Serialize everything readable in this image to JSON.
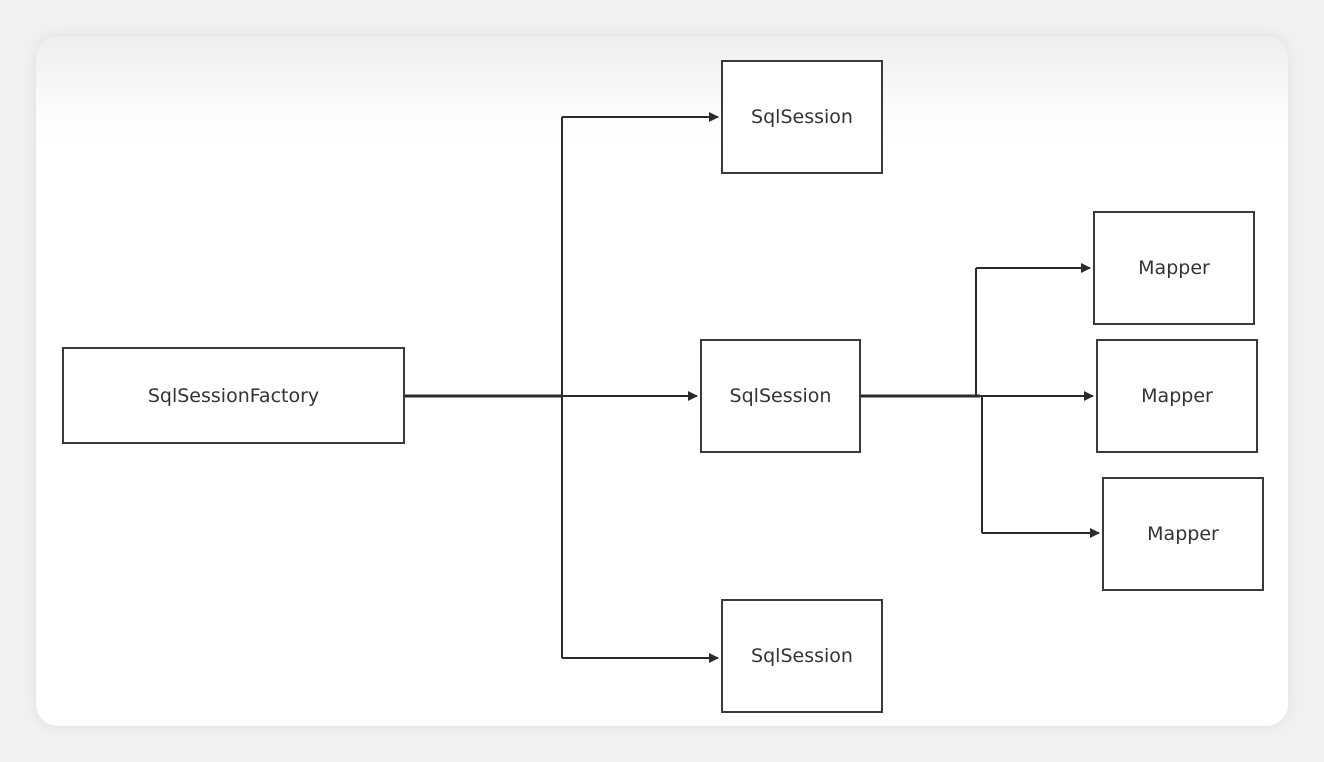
{
  "diagram": {
    "factory_label": "SqlSessionFactory",
    "session_top_label": "SqlSession",
    "session_middle_label": "SqlSession",
    "session_bottom_label": "SqlSession",
    "mapper_1_label": "Mapper",
    "mapper_2_label": "Mapper",
    "mapper_3_label": "Mapper",
    "line_color": "#2b2b2b",
    "box_border_color": "#3a3a3a"
  }
}
